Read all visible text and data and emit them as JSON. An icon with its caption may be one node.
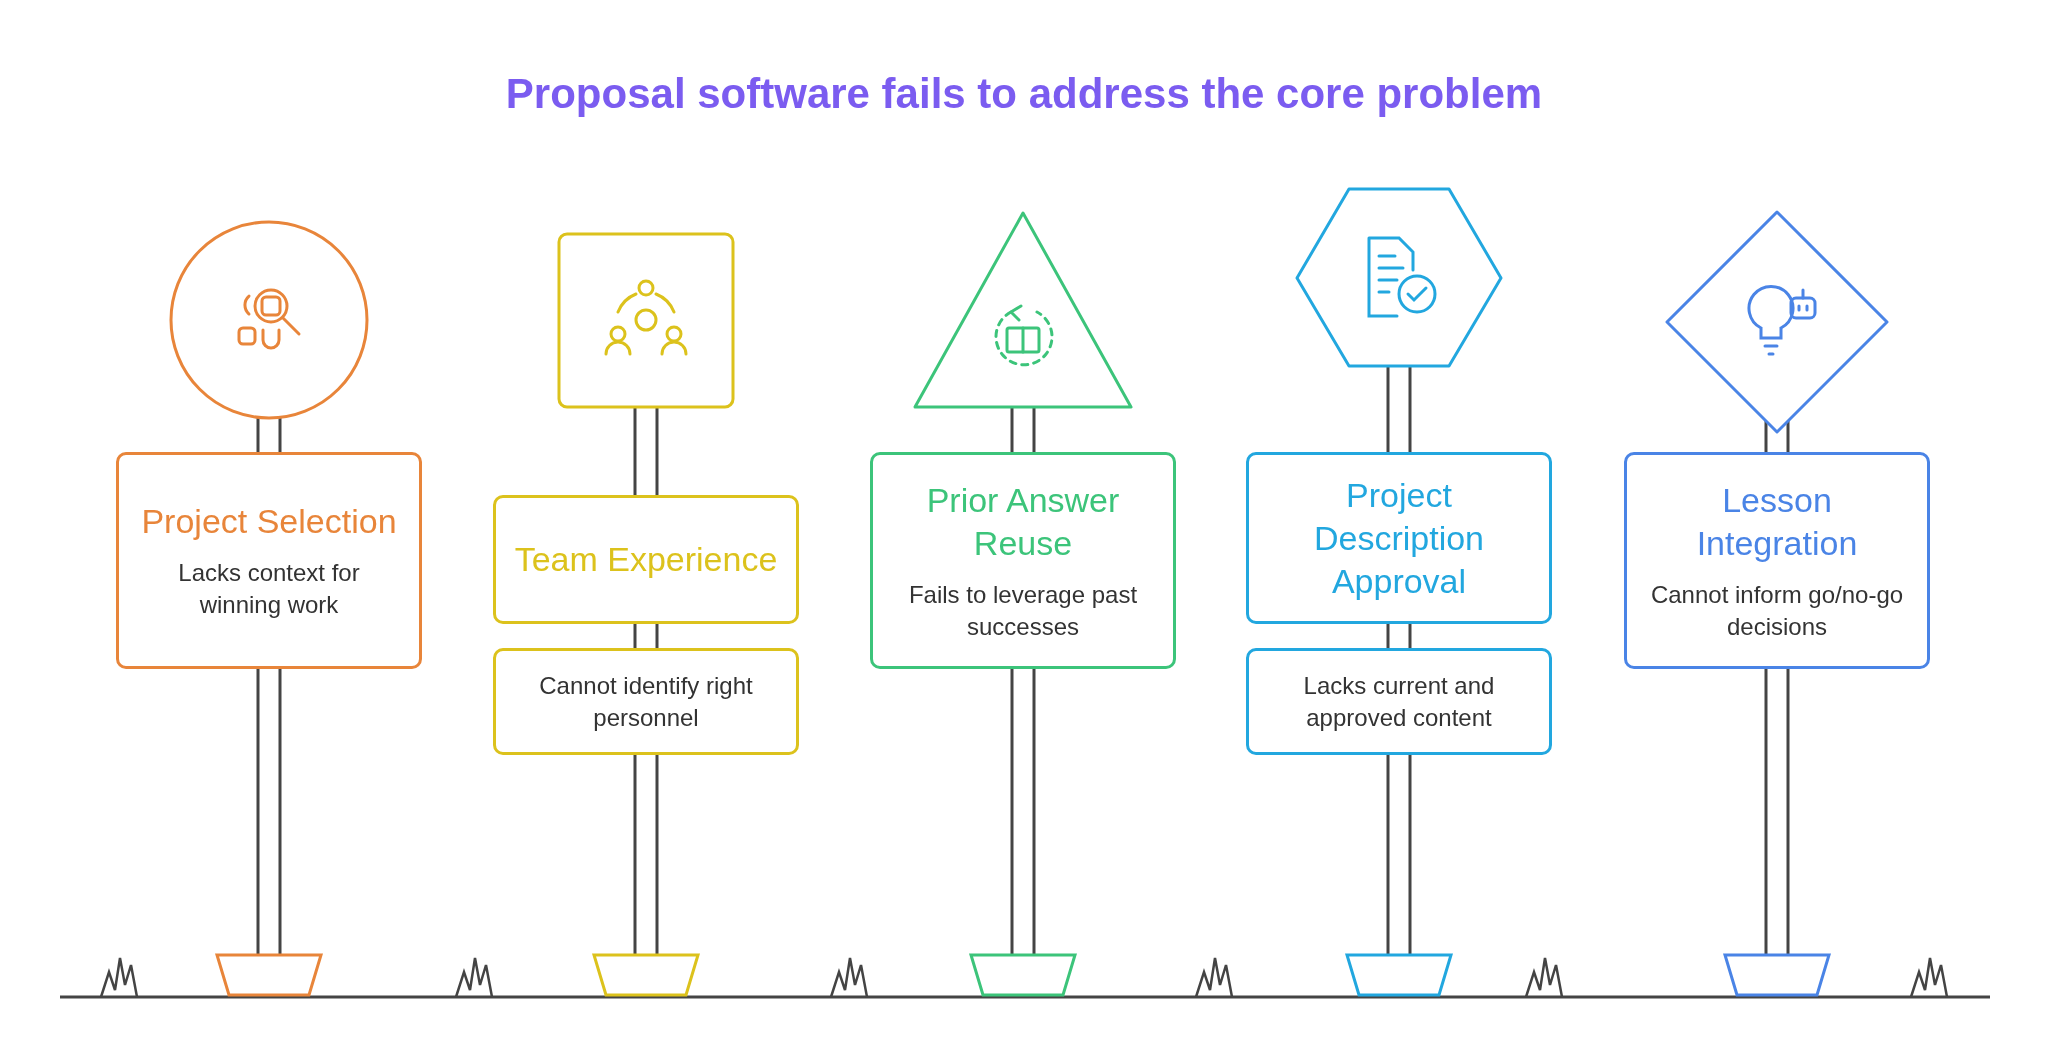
{
  "diagram": {
    "title": "Proposal software fails to address the core problem",
    "nodes": [
      {
        "text": [
          "Project Selection",
          "Lacks context for winning work"
        ]
      },
      {
        "text": [
          "Team Experience"
        ]
      },
      {
        "text": [
          "Cannot identify right personnel"
        ]
      },
      {
        "text": [
          "Prior Answer Reuse",
          "Fails to leverage past successes"
        ]
      },
      {
        "text": [
          "Project Description Approval"
        ]
      },
      {
        "text": [
          "Lacks current and approved content"
        ]
      },
      {
        "text": [
          "Lesson Integration",
          "Cannot inform go/no-go decisions"
        ]
      }
    ],
    "edges": []
  }
}
